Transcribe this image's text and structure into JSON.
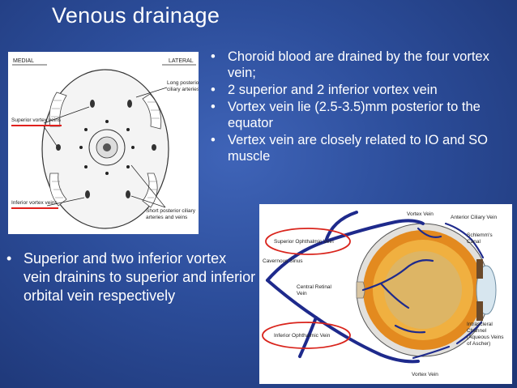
{
  "slide": {
    "title": "Venous drainage",
    "right_bullets": [
      "Choroid blood are drained by the four vortex vein;",
      "2 superior and 2 inferior vortex vein",
      "Vortex vein lie (2.5-3.5)mm posterior to the equator",
      "Vertex vein are closely related to IO and SO muscle"
    ],
    "left_bullets": [
      "Superior and two inferior vortex vein drainins to superior and inferior orbital vein respectively"
    ],
    "bullet_glyph": "•"
  },
  "figure_left": {
    "labels": {
      "medial": "MEDIAL",
      "lateral": "LATERAL",
      "long_posterior": "Long posterior ciliary arteries",
      "superior_vortex": "Superior vortex veins",
      "inferior_vortex": "Inferior vortex veins",
      "short_posterior": "Short posterior ciliary arteries and veins"
    },
    "underline_color": "#e0201c"
  },
  "figure_right": {
    "labels": {
      "vortex_top": "Vortex Vein",
      "anterior_ciliary": "Anterior Ciliary Vein",
      "superior_ophthalmic": "Superior Ophthalmic Vein",
      "schlemm": "Schlemm's Canal",
      "cavernous": "Cavernous Sinus",
      "central_retinal": "Central Retinal Vein",
      "inferior_ophthalmic": "Inferior Ophthalmic Vein",
      "intrascleral": "Intrascleral Channel (Aqueous Veins of Ascher)",
      "vortex_bottom": "Vortex Vein"
    },
    "vein_color": "#1e2a8c",
    "circle_color": "#d9241c"
  }
}
